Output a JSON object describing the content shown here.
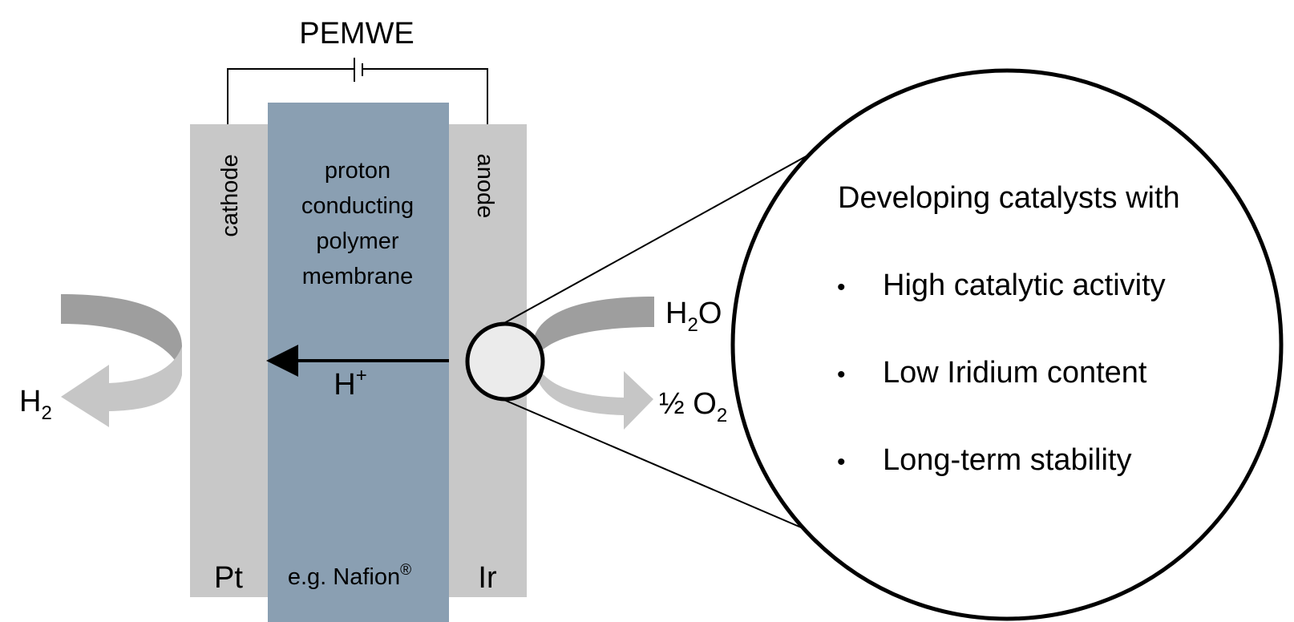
{
  "title": "PEMWE",
  "electrodes": {
    "cathode": {
      "label": "cathode",
      "catalyst": "Pt"
    },
    "anode": {
      "label": "anode",
      "catalyst": "Ir"
    }
  },
  "membrane": {
    "lines": [
      "proton",
      "conducting",
      "polymer",
      "membrane"
    ],
    "example": "e.g. Nafion",
    "example_mark": "®"
  },
  "species": {
    "proton": {
      "base": "H",
      "sup": "+"
    },
    "hydrogen": {
      "base": "H",
      "sub": "2"
    },
    "water": {
      "base": "H",
      "sub": "2",
      "tail": "O"
    },
    "oxygen": {
      "base": "½ O",
      "sub": "2"
    }
  },
  "callout": {
    "heading": "Developing catalysts with",
    "bullet_symbol": "•",
    "bullets": [
      "High catalytic activity",
      "Low Iridium content",
      "Long-term stability"
    ]
  },
  "colors": {
    "electrode": "#c8c8c8",
    "membrane": "#8a9fb2",
    "arrow_dark": "#9e9e9e",
    "arrow_light": "#c6c6c6",
    "zoom_spot": "#ebebeb"
  }
}
